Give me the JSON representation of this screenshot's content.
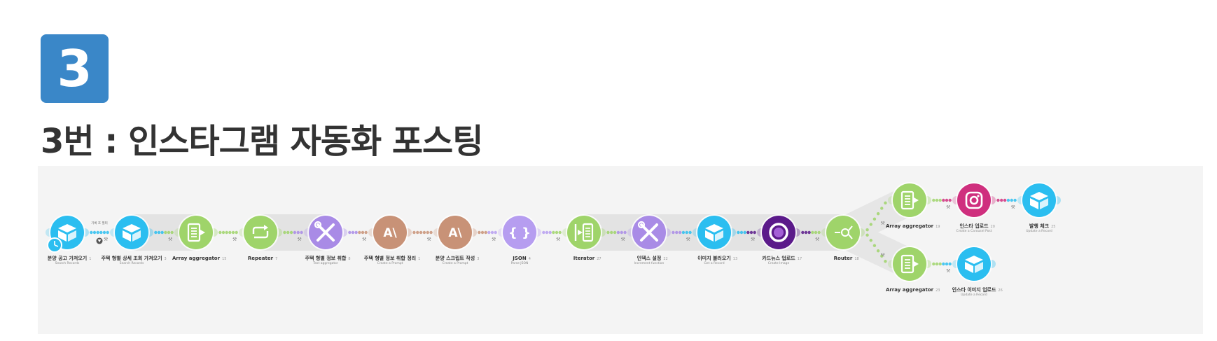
{
  "header": {
    "step_number": "3",
    "title": "3번 : 인스타그램 자동화 포스팅"
  },
  "scenario": {
    "filter_label": "기록 조 필터",
    "modules": [
      {
        "id": "m1",
        "label": "분양 공고 가져오기",
        "sub": "Search Records",
        "num": "1",
        "app": "airtable",
        "icon": "box-icon"
      },
      {
        "id": "m2",
        "label": "주택 형별 상세 조회 가져오기",
        "sub": "Search Records",
        "num": "3",
        "app": "airtable",
        "icon": "box-icon"
      },
      {
        "id": "m3",
        "label": "Array aggregator",
        "sub": "",
        "num": "15",
        "app": "tools",
        "icon": "list-arrow-icon"
      },
      {
        "id": "m4",
        "label": "Repeater",
        "sub": "",
        "num": "7",
        "app": "tools",
        "icon": "repeat-icon"
      },
      {
        "id": "m5",
        "label": "주택 형별 정보 취합",
        "sub": "Text aggregator",
        "num": "8",
        "app": "text",
        "icon": "wrench-screwdriver-icon"
      },
      {
        "id": "m6",
        "label": "주택 형별 정보 취합 정리",
        "sub": "Create a Prompt",
        "num": "1",
        "app": "anthropic",
        "icon": "anthropic-icon",
        "glyph": "A\\"
      },
      {
        "id": "m7",
        "label": "분양 스크립트 작성",
        "sub": "Create a Prompt",
        "num": "3",
        "app": "anthropic",
        "icon": "anthropic-icon",
        "glyph": "A\\"
      },
      {
        "id": "m8",
        "label": "JSON",
        "sub": "Parse JSON",
        "num": "4",
        "app": "json",
        "icon": "braces-icon",
        "glyph": "{ }"
      },
      {
        "id": "m9",
        "label": "Iterator",
        "sub": "",
        "num": "27",
        "app": "tools",
        "icon": "iterator-icon"
      },
      {
        "id": "m10",
        "label": "인덱스 설정",
        "sub": "Increment function",
        "num": "22",
        "app": "text",
        "icon": "wrench-screwdriver-icon"
      },
      {
        "id": "m11",
        "label": "이미지 불러오기",
        "sub": "Get a Record",
        "num": "13",
        "app": "airtable",
        "icon": "box-icon"
      },
      {
        "id": "m12",
        "label": "카드뉴스 업로드",
        "sub": "Create Image",
        "num": "17",
        "app": "canva",
        "icon": "ring-icon"
      },
      {
        "id": "m13",
        "label": "Router",
        "sub": "",
        "num": "18",
        "app": "router",
        "icon": "router-icon"
      },
      {
        "id": "m14",
        "label": "Array aggregator",
        "sub": "",
        "num": "19",
        "app": "tools",
        "icon": "list-arrow-icon"
      },
      {
        "id": "m15",
        "label": "인스타 업로드",
        "sub": "Create a Carousel Post",
        "num": "20",
        "app": "instagram",
        "icon": "instagram-icon"
      },
      {
        "id": "m16",
        "label": "발행 체크",
        "sub": "Update a Record",
        "num": "25",
        "app": "airtable",
        "icon": "box-icon"
      },
      {
        "id": "m17",
        "label": "Array aggregator",
        "sub": "",
        "num": "23",
        "app": "tools",
        "icon": "list-arrow-icon"
      },
      {
        "id": "m18",
        "label": "인스타 이미지 업로드",
        "sub": "Update a Record",
        "num": "26",
        "app": "airtable",
        "icon": "box-icon"
      }
    ]
  },
  "colors": {
    "step_badge": "#3a87c8",
    "title_text": "#333333",
    "canvas_bg": "#f4f4f4",
    "airtable": "#2bbef0",
    "tools": "#9fd46a",
    "text": "#a98be6",
    "anthropic": "#c89277",
    "json": "#b69df0",
    "canva": "#5b1a8a",
    "instagram": "#cf2f7e",
    "router": "#9fd46a"
  }
}
